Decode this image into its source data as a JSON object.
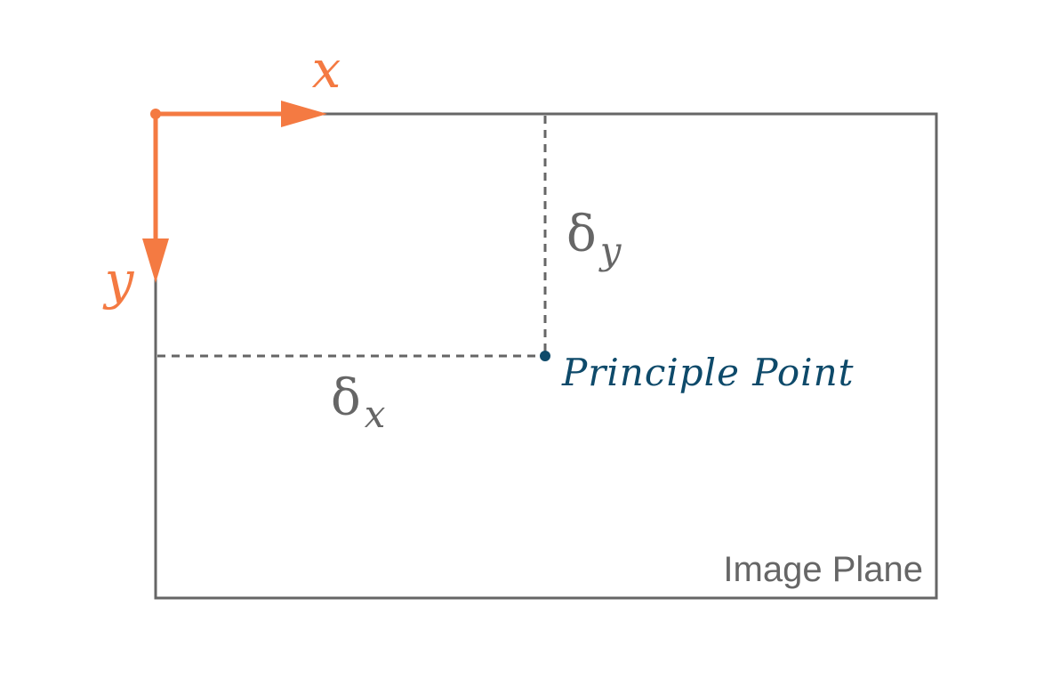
{
  "colors": {
    "axis": "#f47a42",
    "frame": "#666666",
    "principle_point": "#0e4a6a",
    "background": "#ffffff"
  },
  "axes": {
    "x_label": "x",
    "y_label": "y"
  },
  "offsets": {
    "delta_symbol": "δ",
    "dx_subscript": "x",
    "dy_subscript": "y"
  },
  "principle_point": {
    "label": "Principle Point"
  },
  "image_plane": {
    "label": "Image Plane"
  }
}
